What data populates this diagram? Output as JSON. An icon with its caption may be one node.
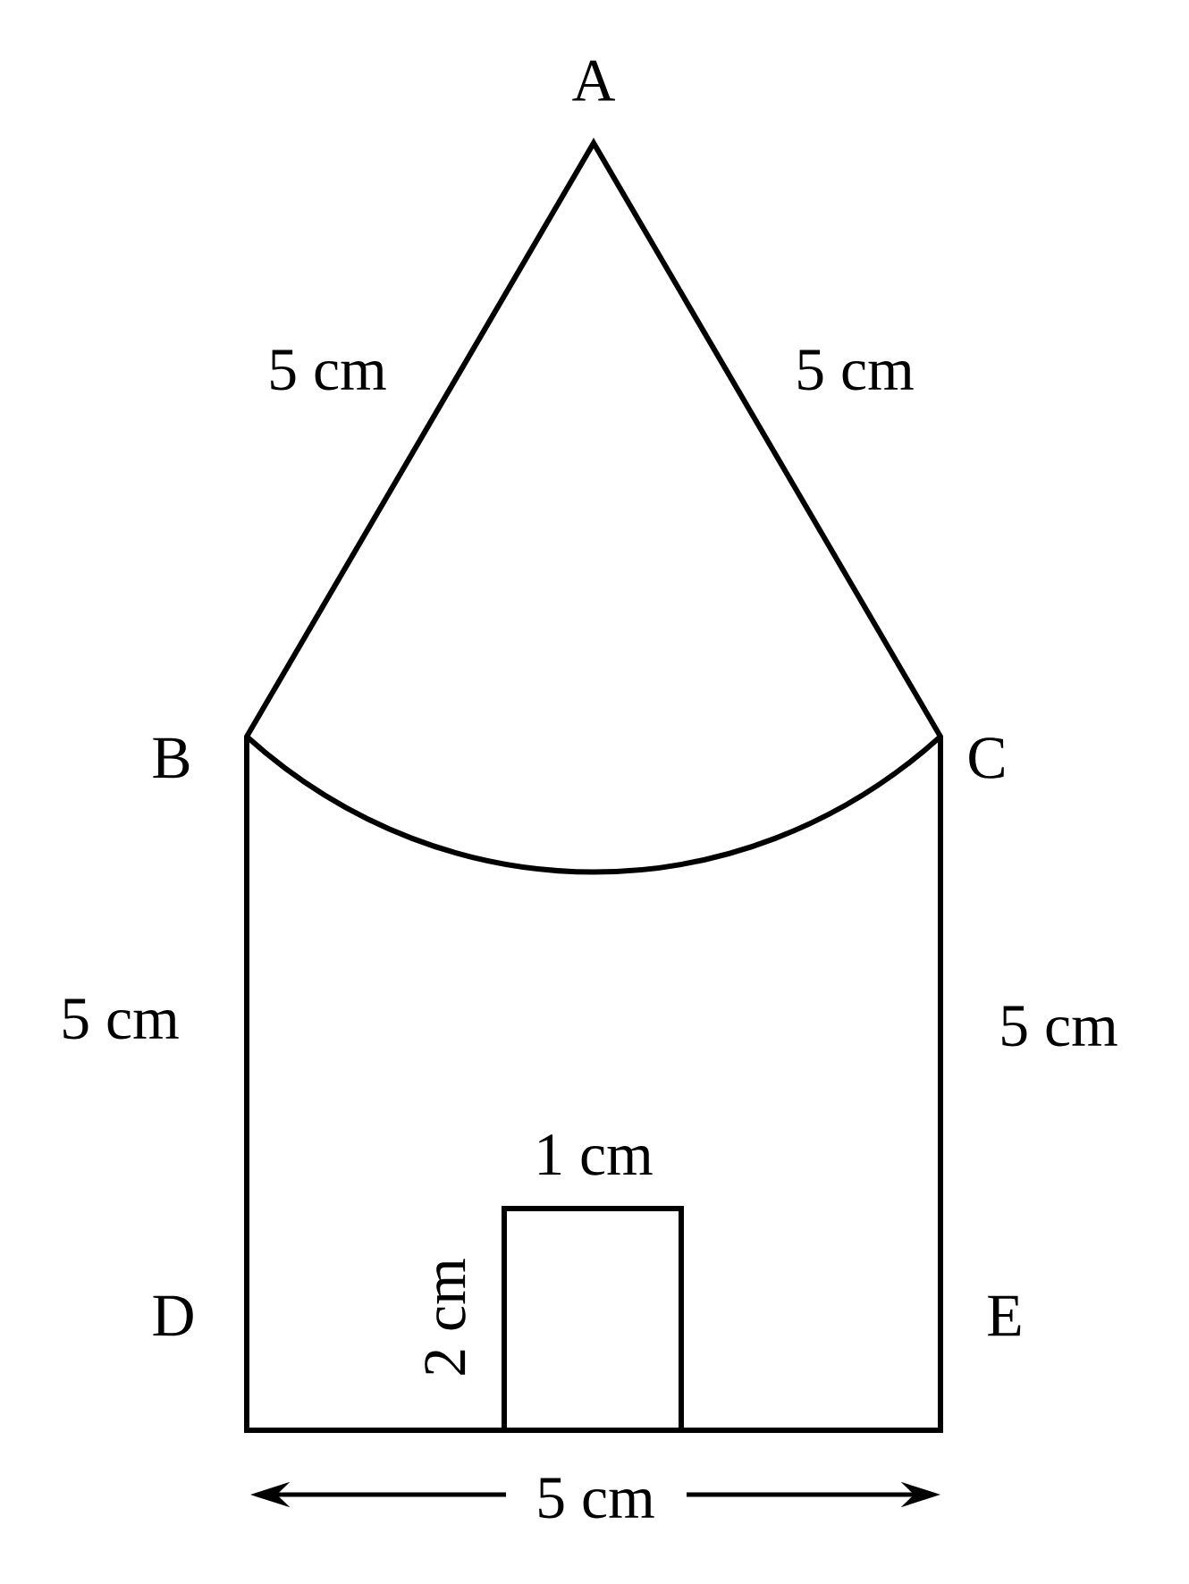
{
  "diagram": {
    "labels": [
      "A",
      "5 cm",
      "5 cm",
      "B",
      "C",
      "5 cm",
      "5 cm",
      "1 cm",
      "D",
      "2 cm",
      "E",
      "5 cm"
    ]
  }
}
